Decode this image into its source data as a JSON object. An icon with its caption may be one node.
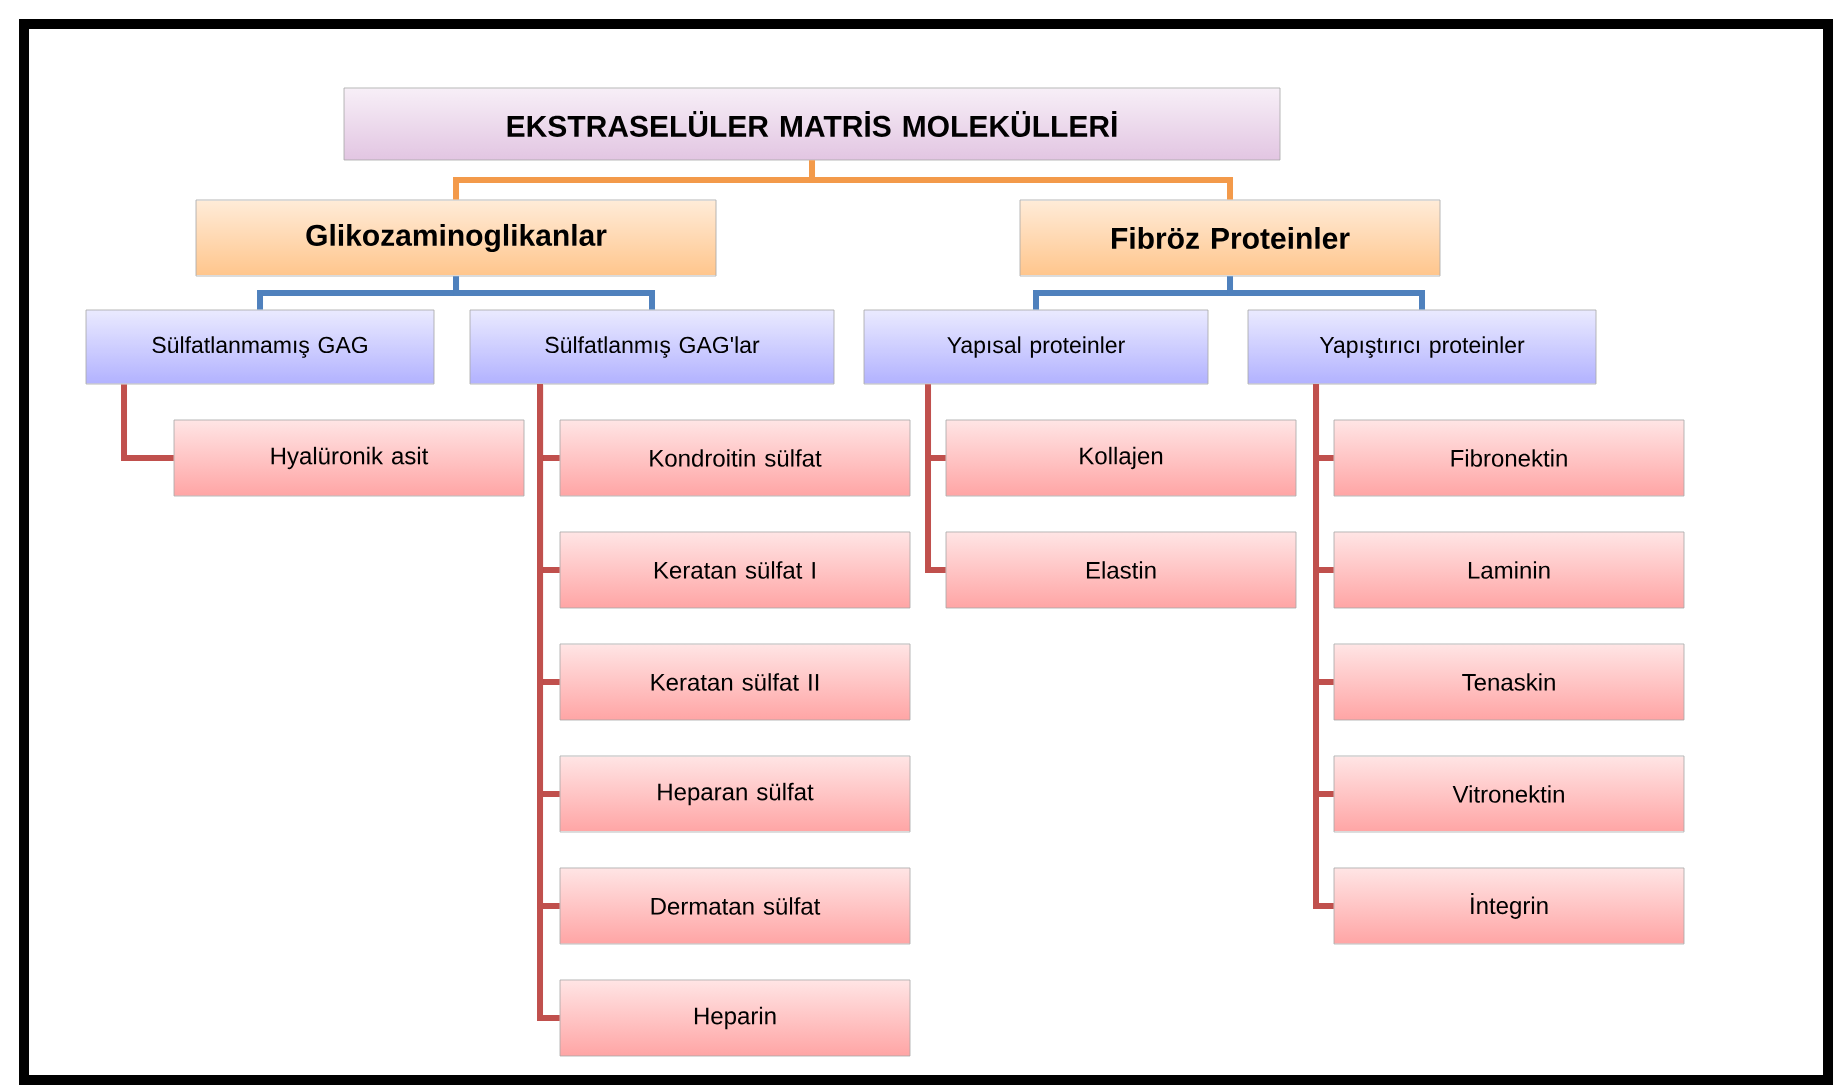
{
  "diagram": {
    "nodes": [
      {
        "text": [
          "EKSTRASELÜLER MATRİS MOLEKÜLLERİ"
        ]
      },
      {
        "text": [
          "Glikozaminoglikanlar"
        ]
      },
      {
        "text": [
          "Fibröz Proteinler"
        ]
      },
      {
        "text": [
          "Sülfatlanmamış GAG"
        ]
      },
      {
        "text": [
          "Sülfatlanmış GAG'lar"
        ]
      },
      {
        "text": [
          "Yapısal proteinler"
        ]
      },
      {
        "text": [
          "Yapıştırıcı proteinler"
        ]
      },
      {
        "text": [
          "Hyalüronik asit"
        ]
      },
      {
        "text": [
          "Kondroitin sülfat"
        ]
      },
      {
        "text": [
          "Kollajen"
        ]
      },
      {
        "text": [
          "Fibronektin"
        ]
      },
      {
        "text": [
          "Keratan sülfat I"
        ]
      },
      {
        "text": [
          "Elastin"
        ]
      },
      {
        "text": [
          "Laminin"
        ]
      },
      {
        "text": [
          "Keratan sülfat II"
        ]
      },
      {
        "text": [
          "Tenaskin"
        ]
      },
      {
        "text": [
          "Heparan sülfat"
        ]
      },
      {
        "text": [
          "Vitronektin"
        ]
      },
      {
        "text": [
          "Dermatan sülfat"
        ]
      },
      {
        "text": [
          "İntegrin"
        ]
      },
      {
        "text": [
          "Heparin"
        ]
      }
    ],
    "edges": [
      {
        "from": 0,
        "to": 1,
        "arrow": "none",
        "color": "#f39a4a"
      },
      {
        "from": 0,
        "to": 2,
        "arrow": "none",
        "color": "#f39a4a"
      },
      {
        "from": 1,
        "to": 3,
        "arrow": "none",
        "color": "#4f81bd"
      },
      {
        "from": 1,
        "to": 4,
        "arrow": "none",
        "color": "#4f81bd"
      },
      {
        "from": 2,
        "to": 5,
        "arrow": "none",
        "color": "#4f81bd"
      },
      {
        "from": 2,
        "to": 6,
        "arrow": "none",
        "color": "#4f81bd"
      },
      {
        "from": 3,
        "to": 7,
        "arrow": "none"
      },
      {
        "from": 4,
        "to": 8,
        "arrow": "none"
      },
      {
        "from": 4,
        "to": 11,
        "arrow": "none"
      },
      {
        "from": 4,
        "to": 14,
        "arrow": "none"
      },
      {
        "from": 4,
        "to": 16,
        "arrow": "none"
      },
      {
        "from": 4,
        "to": 18,
        "arrow": "none"
      },
      {
        "from": 4,
        "to": 20,
        "arrow": "none"
      },
      {
        "from": 5,
        "to": 9,
        "arrow": "none"
      },
      {
        "from": 5,
        "to": 12,
        "arrow": "none"
      },
      {
        "from": 6,
        "to": 10,
        "arrow": "none"
      },
      {
        "from": 6,
        "to": 13,
        "arrow": "none"
      },
      {
        "from": 6,
        "to": 15,
        "arrow": "none"
      },
      {
        "from": 6,
        "to": 17,
        "arrow": "none"
      },
      {
        "from": 6,
        "to": 19,
        "arrow": "none"
      }
    ]
  }
}
